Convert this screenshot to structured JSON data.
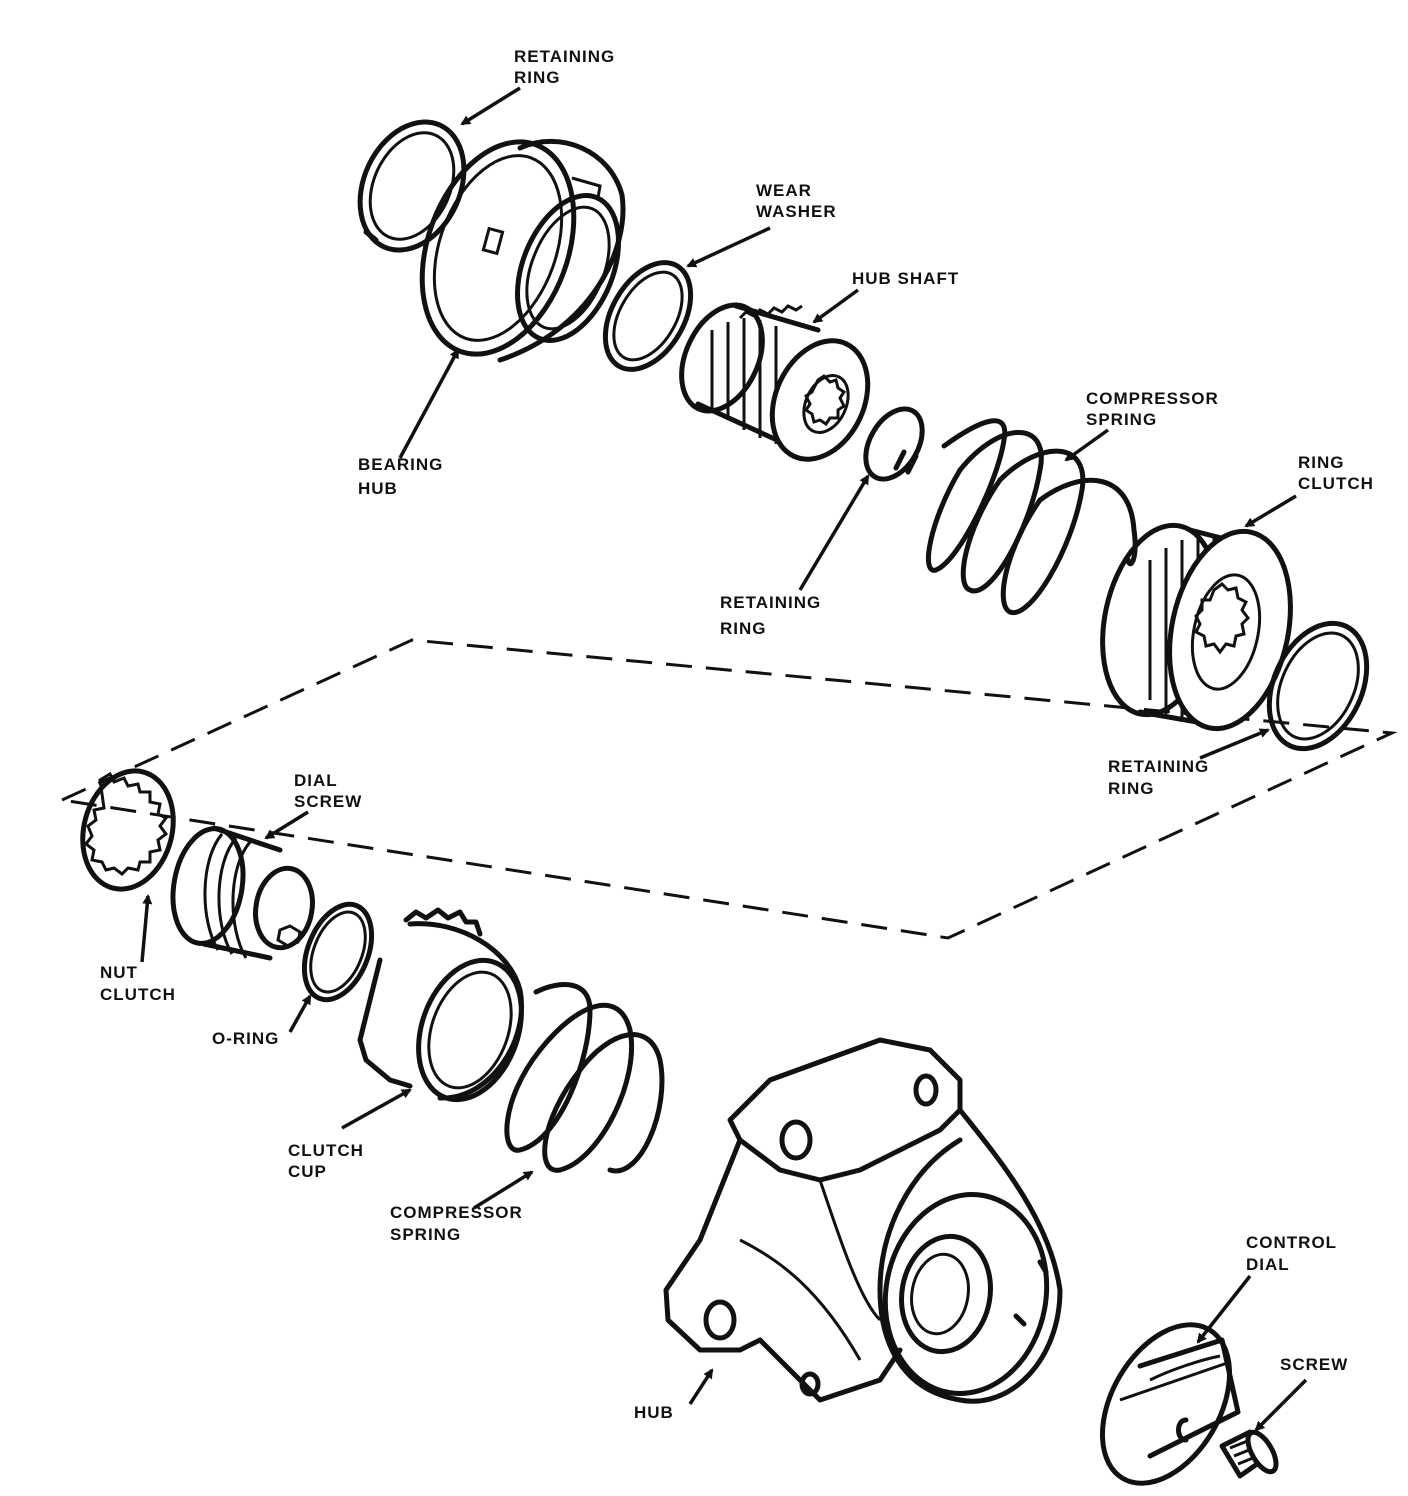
{
  "labels": {
    "retaining_ring_1": [
      "RETAINING",
      "RING"
    ],
    "wear_washer": [
      "WEAR",
      "WASHER"
    ],
    "hub_shaft": [
      "HUB SHAFT"
    ],
    "bearing_hub": [
      "BEARING",
      "HUB"
    ],
    "compressor_spring_1": [
      "COMPRESSOR",
      "SPRING"
    ],
    "ring_clutch": [
      "RING",
      "CLUTCH"
    ],
    "retaining_ring_2": [
      "RETAINING",
      "RING"
    ],
    "retaining_ring_3": [
      "RETAINING",
      "RING"
    ],
    "dial_screw": [
      "DIAL",
      "SCREW"
    ],
    "nut_clutch": [
      "NUT",
      "CLUTCH"
    ],
    "o_ring": [
      "O-RING"
    ],
    "clutch_cup": [
      "CLUTCH",
      "CUP"
    ],
    "compressor_spring_2": [
      "COMPRESSOR",
      "SPRING"
    ],
    "hub": [
      "HUB"
    ],
    "control_dial": [
      "CONTROL",
      "DIAL"
    ],
    "screw": [
      "SCREW"
    ]
  }
}
